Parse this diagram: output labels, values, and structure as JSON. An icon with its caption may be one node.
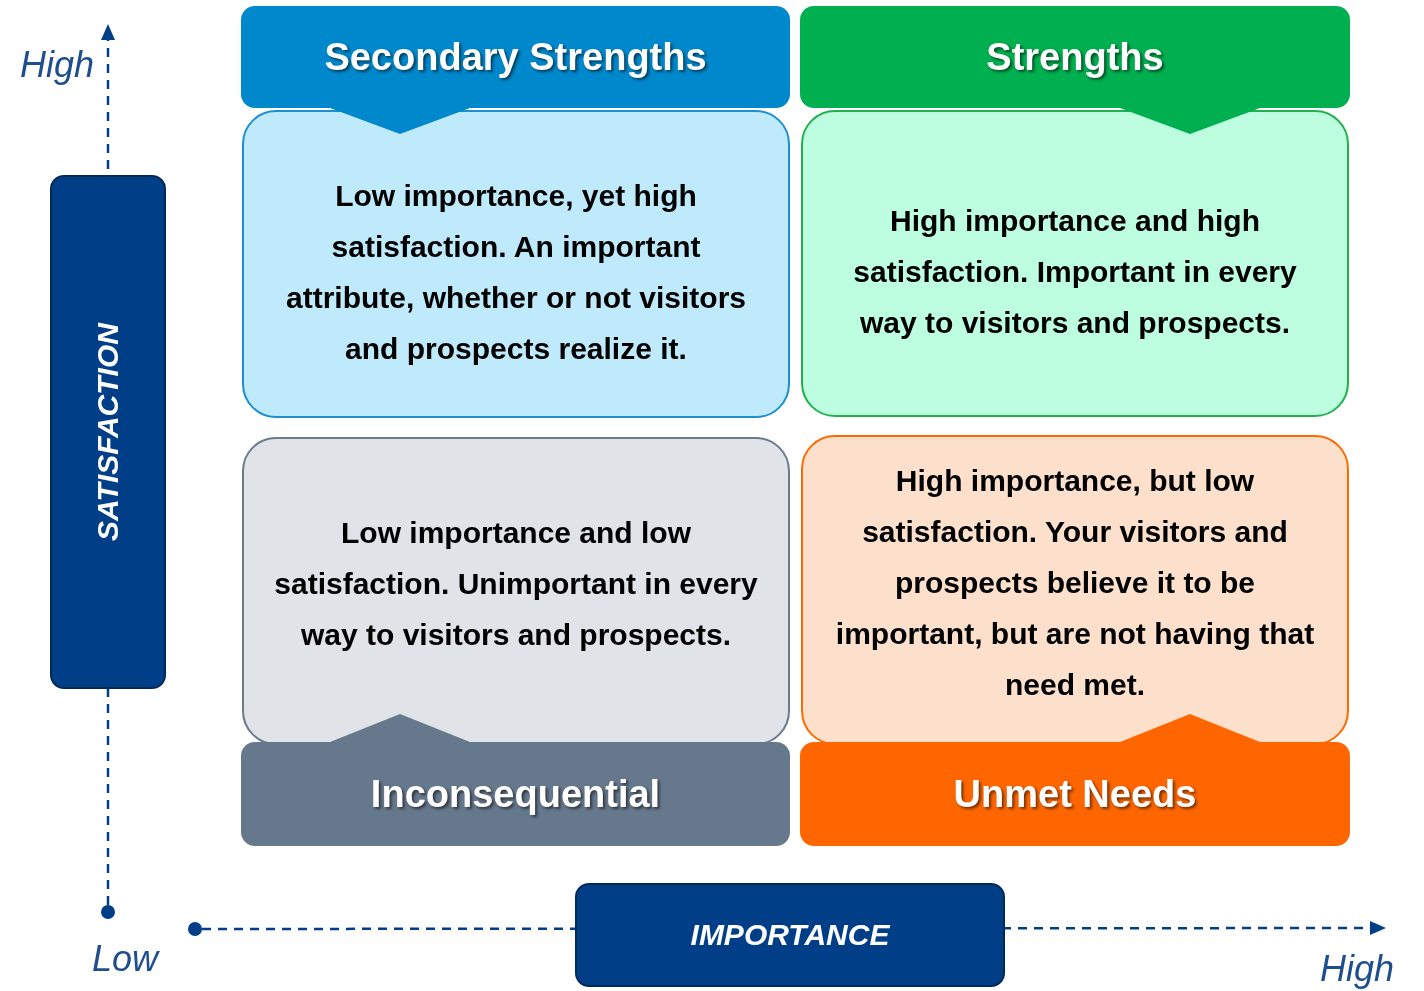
{
  "diagram": {
    "nodes": [
      {
        "text": [
          "Secondary Strengths"
        ]
      },
      {
        "text": [
          "Strengths"
        ]
      },
      {
        "text": [
          "Low importance, yet high satisfaction.  An important attribute, whether or not visitors and prospects realize it."
        ]
      },
      {
        "text": [
          "High importance and high satisfaction.  Important in every way to visitors and prospects."
        ]
      },
      {
        "text": [
          "Low importance and low satisfaction.  Unimportant in every way to visitors and prospects."
        ]
      },
      {
        "text": [
          "High importance, but low satisfaction.  Your visitors and prospects believe it to be important, but are not having that need met."
        ]
      },
      {
        "text": [
          "Inconsequential"
        ]
      },
      {
        "text": [
          "Unmet Needs"
        ]
      },
      {
        "text": [
          "SATISFACTION"
        ]
      },
      {
        "text": [
          "IMPORTANCE"
        ]
      }
    ],
    "labels": [
      "High",
      "Low",
      "High"
    ]
  }
}
